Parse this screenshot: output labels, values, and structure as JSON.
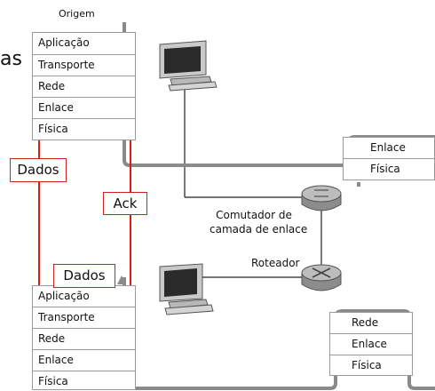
{
  "origin_label": "Origem",
  "cut_text_left": "as",
  "top_stack": [
    "Aplicação",
    "Transporte",
    "Rede",
    "Enlace",
    "Física"
  ],
  "bottom_stack": [
    "Aplicação",
    "Transporte",
    "Rede",
    "Enlace",
    "Física"
  ],
  "switch_stack": [
    "Enlace",
    "Física"
  ],
  "router_stack": [
    "Rede",
    "Enlace",
    "Física"
  ],
  "switch_label": [
    "Comutador de",
    "camada de enlace"
  ],
  "router_label": "Roteador",
  "dados_label_top": "Dados",
  "dados_label_bottom": "Dados",
  "ack_label": "Ack",
  "colors": {
    "arrow": "#d81c1c",
    "path": "#8a8a8a",
    "stroke": "#9a9a9a"
  }
}
